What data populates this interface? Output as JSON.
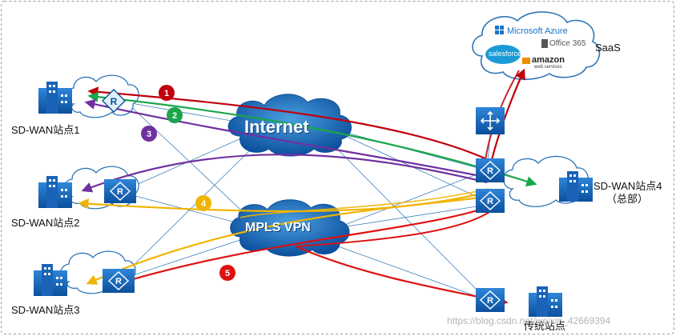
{
  "saas": {
    "label": "SaaS",
    "providers": [
      "Microsoft Azure",
      "Office 365",
      "salesforce",
      "amazon",
      "web services"
    ]
  },
  "networks": {
    "internet": "Internet",
    "mpls": "MPLS VPN"
  },
  "sites": {
    "site1": "SD-WAN站点1",
    "site2": "SD-WAN站点2",
    "site3": "SD-WAN站点3",
    "site4": "SD-WAN站点4",
    "site4_sub": "（总部）",
    "legacy": "传统站点"
  },
  "paths": [
    {
      "num": "1",
      "color": "#c0000c"
    },
    {
      "num": "2",
      "color": "#1aa64b"
    },
    {
      "num": "3",
      "color": "#7030a0"
    },
    {
      "num": "4",
      "color": "#f0b400"
    },
    {
      "num": "5",
      "color": "#e01010"
    }
  ],
  "watermark": "https://blog.csdn.net/weixin_42669394"
}
